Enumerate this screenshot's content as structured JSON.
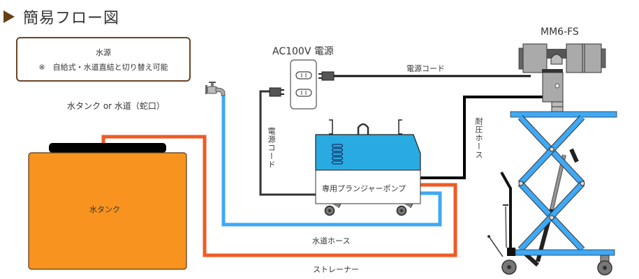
{
  "title": "簡易フロー図",
  "water_source_box": {
    "heading": "水源",
    "note": "※　自給式・水道直結と切り替え可能"
  },
  "labels": {
    "source_options": "水タンク or 水道（蛇口）",
    "tank": "水タンク",
    "ac_power": "AC100V 電源",
    "power_cord_top": "電源コード",
    "power_cord_left": "電源コード",
    "pressure_hose": "耐圧ホース",
    "pump": "専用プランジャーポンプ",
    "water_hose": "水道ホース",
    "strainer": "ストレーナー",
    "machine_model": "MM6-FS"
  },
  "colors": {
    "title_marker": "#6b3f16",
    "box_border": "#6b4423",
    "tank_fill": "#f7931e",
    "strainer_line": "#f15a24",
    "water_hose_line": "#3fa9f5",
    "pump_body": "#29abe2",
    "lift_table": "#3fa9f5",
    "cord": "#333333",
    "pressure_hose": "#000000"
  }
}
